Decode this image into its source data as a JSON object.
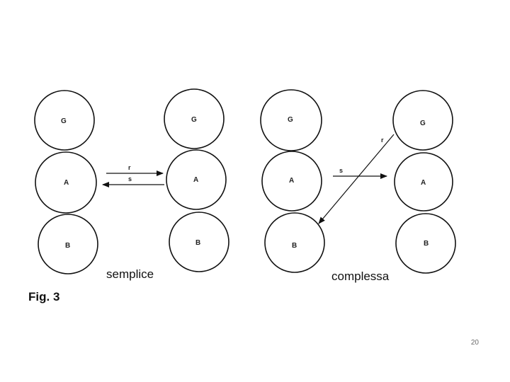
{
  "figure": {
    "label": "Fig. 3",
    "panels": [
      {
        "caption": "semplice",
        "left_column": [
          "G",
          "A",
          "B"
        ],
        "right_column": [
          "G",
          "A",
          "B"
        ],
        "arrows": [
          {
            "label": "r",
            "from": "A-left",
            "to": "A-right"
          },
          {
            "label": "s",
            "from": "A-right",
            "to": "A-left"
          }
        ]
      },
      {
        "caption": "complessa",
        "left_column": [
          "G",
          "A",
          "B"
        ],
        "right_column": [
          "G",
          "A",
          "B"
        ],
        "arrows": [
          {
            "label": "s",
            "from": "A-left",
            "to": "A-right"
          },
          {
            "label": "r",
            "from": "G-right",
            "to": "B-left"
          }
        ]
      }
    ]
  },
  "page_number": "20"
}
